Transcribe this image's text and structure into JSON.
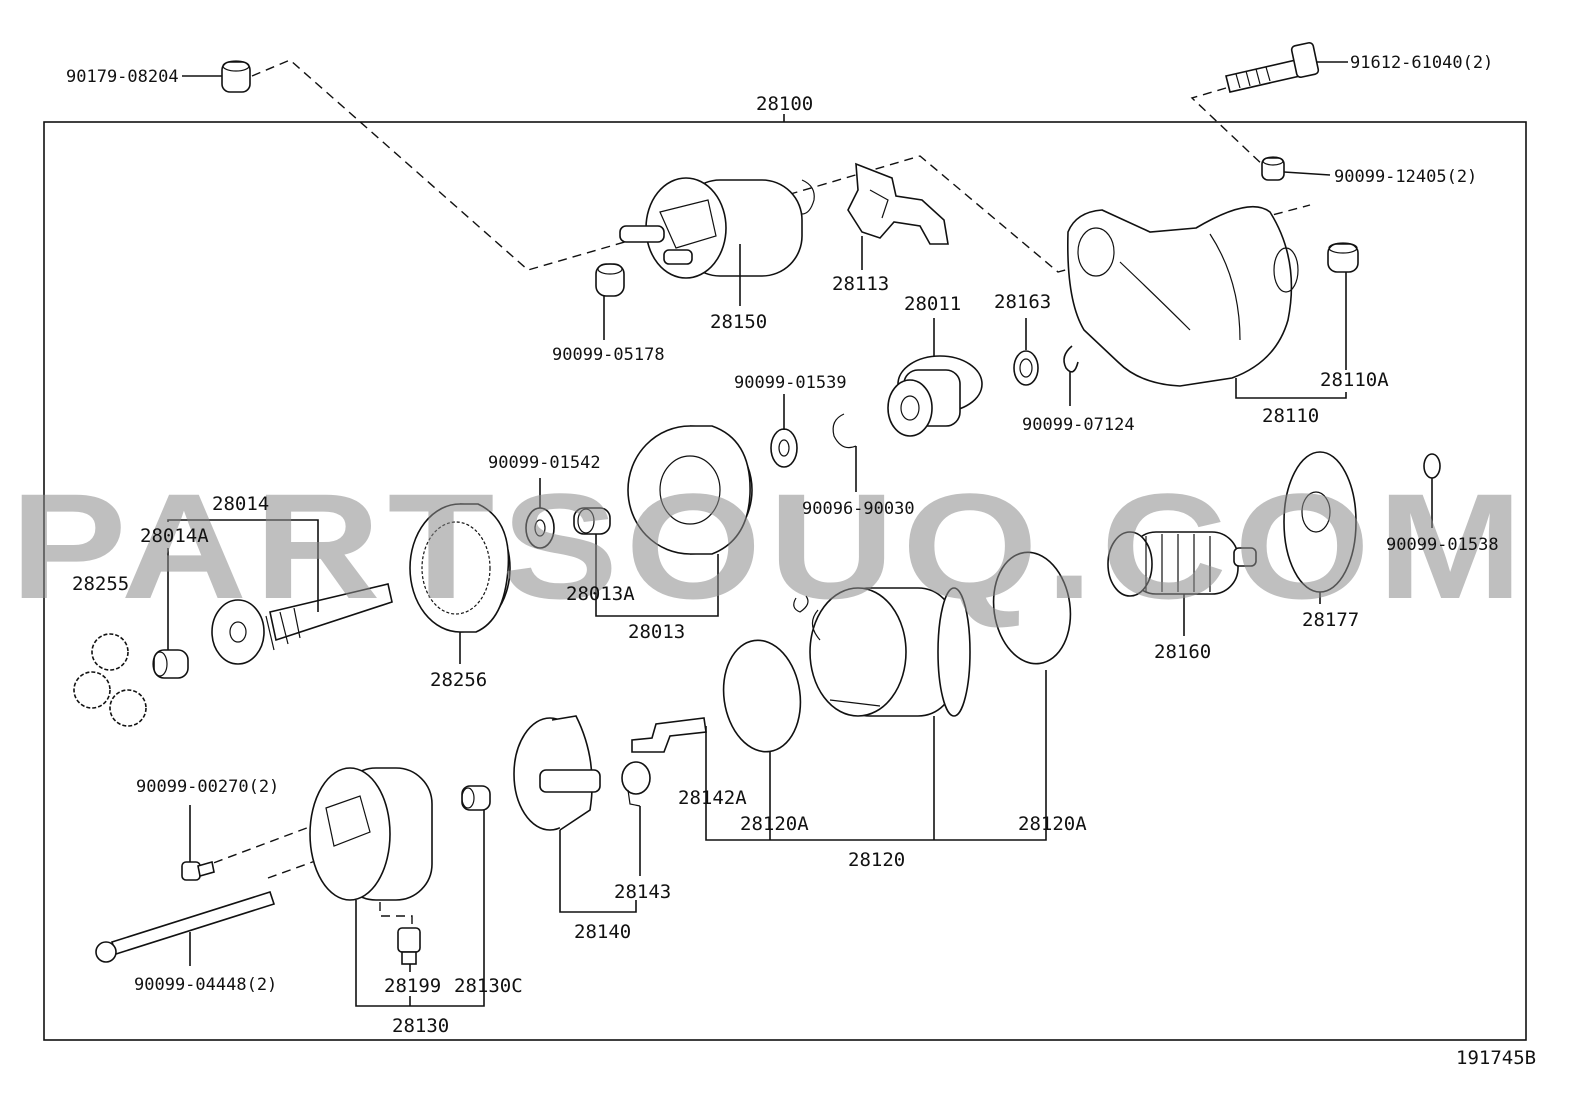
{
  "watermark": "PARTSOUQ.COM",
  "diagram_id": "191745B",
  "labels": {
    "p90179_08204": "90179-08204",
    "p91612_61040": "91612-61040(2)",
    "p28100": "28100",
    "p90099_12405": "90099-12405(2)",
    "p28113": "28113",
    "p28150": "28150",
    "p90099_05178": "90099-05178",
    "p28011": "28011",
    "p28163": "28163",
    "p28110A": "28110A",
    "p28110": "28110",
    "p90099_07124": "90099-07124",
    "p90099_01539": "90099-01539",
    "p90096_90030": "90096-90030",
    "p90099_01542": "90099-01542",
    "p28014": "28014",
    "p28014A": "28014A",
    "p28255": "28255",
    "p28013A": "28013A",
    "p28013": "28013",
    "p28256": "28256",
    "p90099_01538": "90099-01538",
    "p28177": "28177",
    "p28160": "28160",
    "p90099_00270": "90099-00270(2)",
    "p28142A": "28142A",
    "p28120A_left": "28120A",
    "p28120A_right": "28120A",
    "p28120": "28120",
    "p28143": "28143",
    "p28140": "28140",
    "p90099_04448": "90099-04448(2)",
    "p28199": "28199",
    "p28130C": "28130C",
    "p28130": "28130"
  }
}
